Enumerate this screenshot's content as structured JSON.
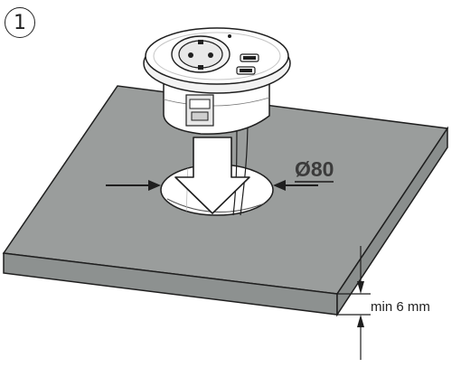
{
  "step": {
    "number": "1"
  },
  "hole": {
    "diameter_label": "Ø80"
  },
  "tabletop": {
    "thickness_label": "min 6 mm"
  },
  "colors": {
    "tabletop": "#9a9d9c",
    "tabletop_side": "#8d9190",
    "outline": "#1f1f1f",
    "unit_body": "#ffffff",
    "unit_shade": "#e7e7e7"
  }
}
